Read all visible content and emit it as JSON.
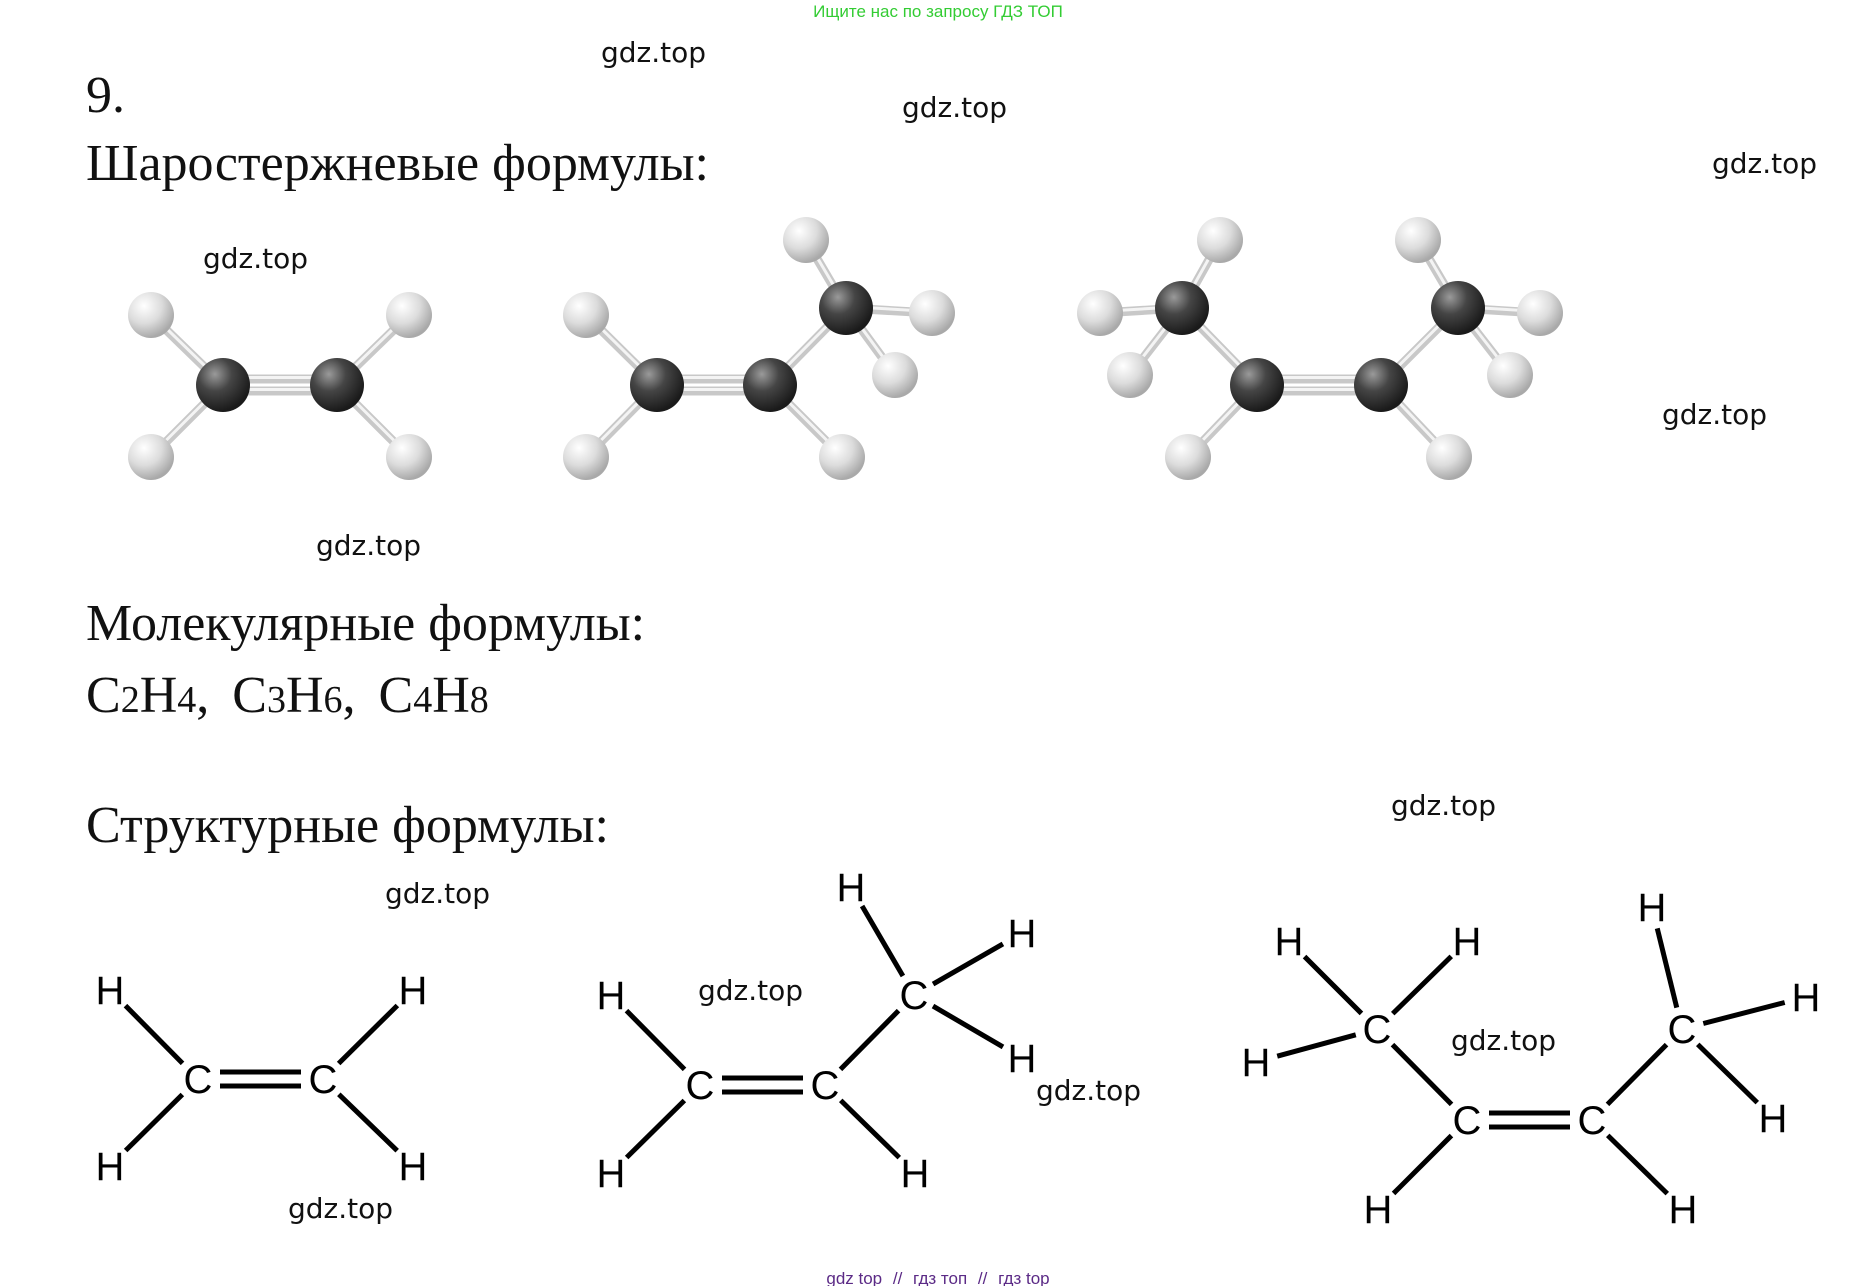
{
  "banner": "Ищите нас по запросу ГДЗ ТОП",
  "task_number": "9.",
  "headings": {
    "ball_stick": "Шаростержневые формулы:",
    "molecular": "Молекулярные формулы:",
    "structural": "Структурные формулы:"
  },
  "molecular_formulas": {
    "f1": {
      "c": "C",
      "n1": "2",
      "h": "H",
      "n2": "4",
      "sep": ","
    },
    "f2": {
      "c": "C",
      "n1": "3",
      "h": "H",
      "n2": "6",
      "sep": ","
    },
    "f3": {
      "c": "C",
      "n1": "4",
      "h": "H",
      "n2": "8"
    }
  },
  "watermarks": [
    "gdz.top",
    "gdz.top",
    "gdz.top",
    "gdz.top",
    "gdz.top",
    "gdz.top",
    "gdz.top",
    "gdz.top",
    "gdz.top",
    "gdz.top",
    "gdz.top",
    "gdz.top"
  ],
  "structural": {
    "c": "C",
    "h": "H"
  },
  "footer": {
    "a": "gdz top",
    "sep1": "//",
    "b": "гдз топ",
    "sep2": "//",
    "c": "гдз top"
  },
  "colors": {
    "banner": "#33cc33",
    "footer": "#5b2a86",
    "carbon": "#3a3a3a",
    "hydrogen": "#d9d9d9"
  }
}
